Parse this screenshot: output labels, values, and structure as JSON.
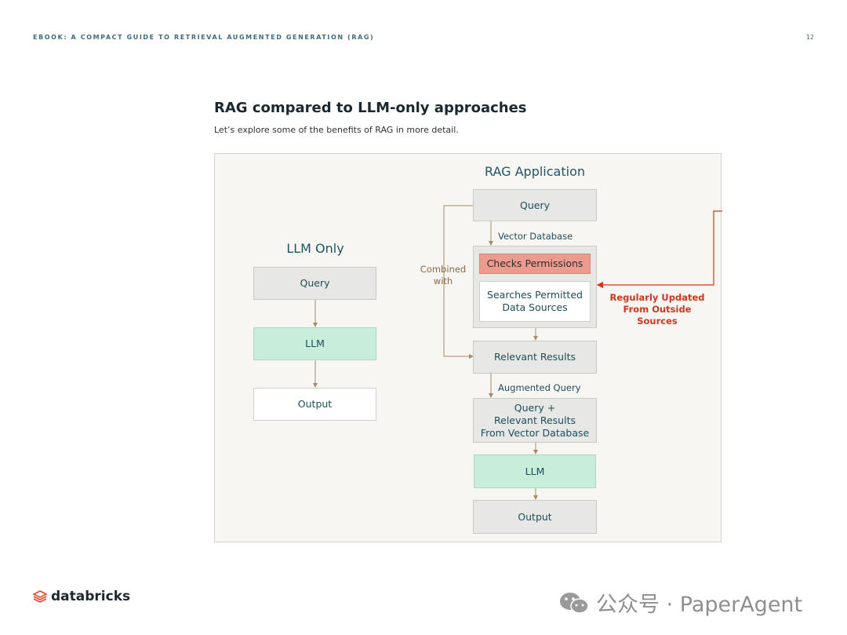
{
  "header": {
    "title": "EBOOK: A COMPACT GUIDE TO RETRIEVAL AUGMENTED GENERATION (RAG)",
    "page_number": "12"
  },
  "section": {
    "title": "RAG compared to LLM-only approaches",
    "subtitle": "Let’s explore some of the benefits of RAG in more detail."
  },
  "diagram": {
    "llm_only": {
      "title": "LLM Only",
      "query": "Query",
      "llm": "LLM",
      "output": "Output"
    },
    "rag": {
      "title": "RAG Application",
      "query": "Query",
      "vector_db_label": "Vector Database",
      "checks_permissions": "Checks Permissions",
      "searches_line1": "Searches Permitted",
      "searches_line2": "Data Sources",
      "combined_line1": "Combined",
      "combined_line2": "with",
      "relevant_results": "Relevant Results",
      "augmented_query_label": "Augmented Query",
      "augmented_line1": "Query +",
      "augmented_line2": "Relevant Results",
      "augmented_line3": "From Vector Database",
      "llm": "LLM",
      "output": "Output",
      "updated_line1": "Regularly Updated",
      "updated_line2": "From Outside Sources"
    }
  },
  "footer": {
    "logo_text": "databricks",
    "watermark_text": "公众号 · PaperAgent"
  },
  "colors": {
    "accent": "#1e5565",
    "brown_arrow": "#a88a68",
    "red_arrow": "#d1341f",
    "green_box": "#c9eddb",
    "red_box": "#ed9b8f"
  }
}
